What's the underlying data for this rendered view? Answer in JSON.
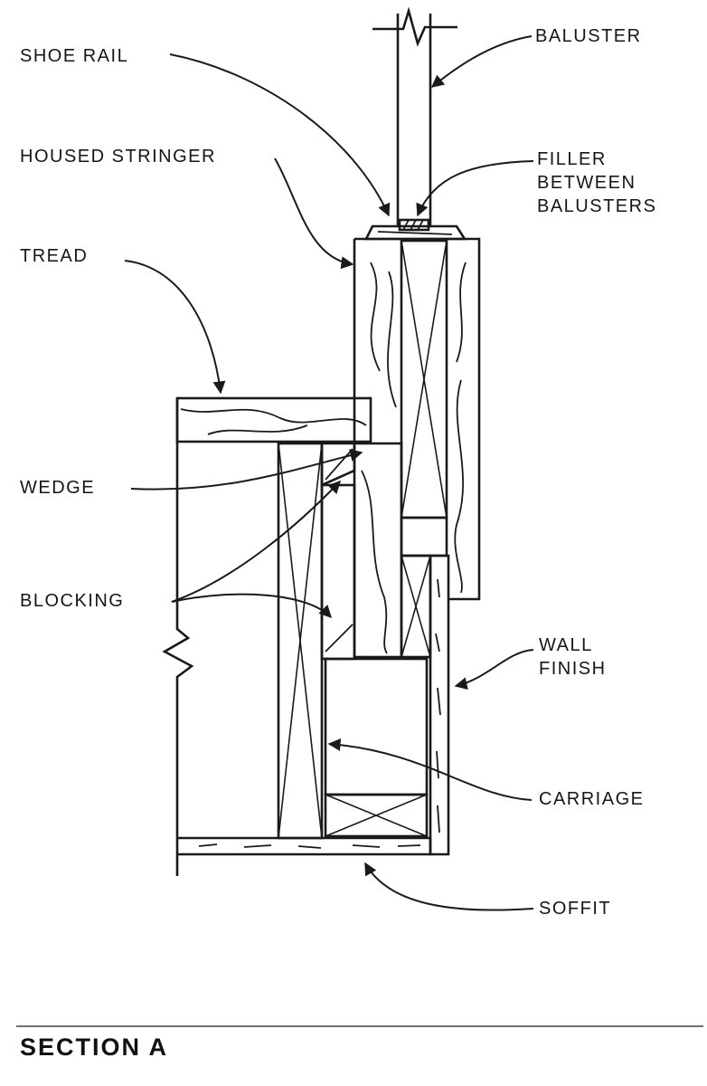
{
  "labels": {
    "baluster": "BALUSTER",
    "shoe_rail": "SHOE RAIL",
    "housed_stringer": "HOUSED STRINGER",
    "filler_line1": "FILLER",
    "filler_line2": "BETWEEN",
    "filler_line3": "BALUSTERS",
    "tread": "TREAD",
    "wedge": "WEDGE",
    "blocking": "BLOCKING",
    "wall_finish_line1": "WALL",
    "wall_finish_line2": "FINISH",
    "carriage": "CARRIAGE",
    "soffit": "SOFFIT"
  },
  "title": "SECTION A",
  "colors": {
    "ink": "#1a1a1a",
    "paper": "#ffffff"
  }
}
